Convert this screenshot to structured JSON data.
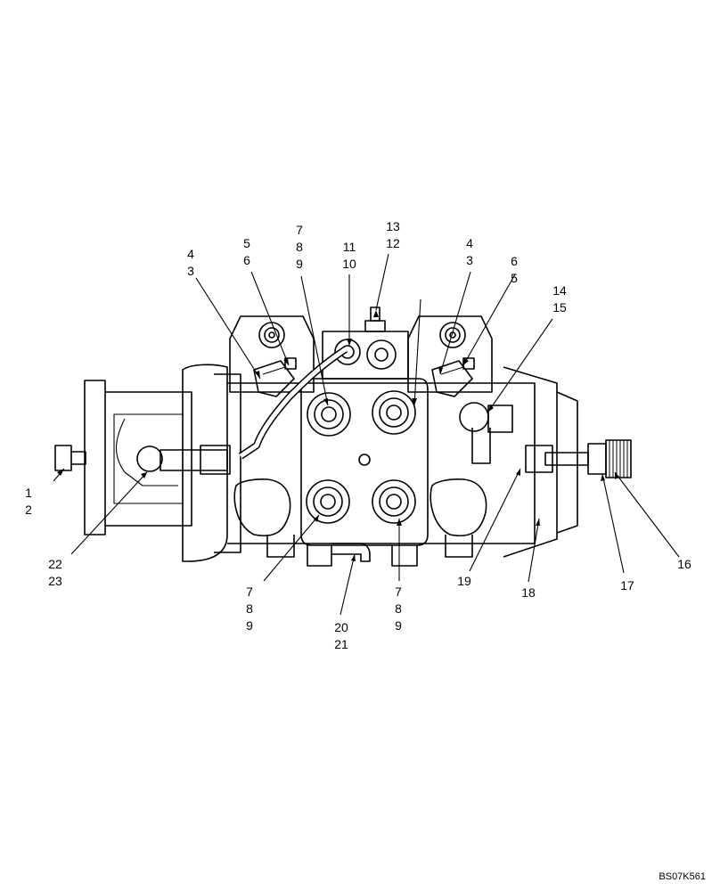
{
  "callouts": {
    "c1": [
      "1",
      "2"
    ],
    "c22": [
      "22",
      "23"
    ],
    "c4l": [
      "4",
      "3"
    ],
    "c5l": [
      "5",
      "6"
    ],
    "c7t": [
      "7",
      "8",
      "9"
    ],
    "c11": [
      "11",
      "10"
    ],
    "c13": [
      "13",
      "12"
    ],
    "c4r": [
      "4",
      "3"
    ],
    "c6r": [
      "6",
      "5"
    ],
    "c14": [
      "14",
      "15"
    ],
    "c7bl": [
      "7",
      "8",
      "9"
    ],
    "c20": [
      "20",
      "21"
    ],
    "c7br": [
      "7",
      "8",
      "9"
    ],
    "c19": [
      "19"
    ],
    "c18": [
      "18"
    ],
    "c17": [
      "17"
    ],
    "c16": [
      "16"
    ]
  },
  "reference": "BS07K561"
}
